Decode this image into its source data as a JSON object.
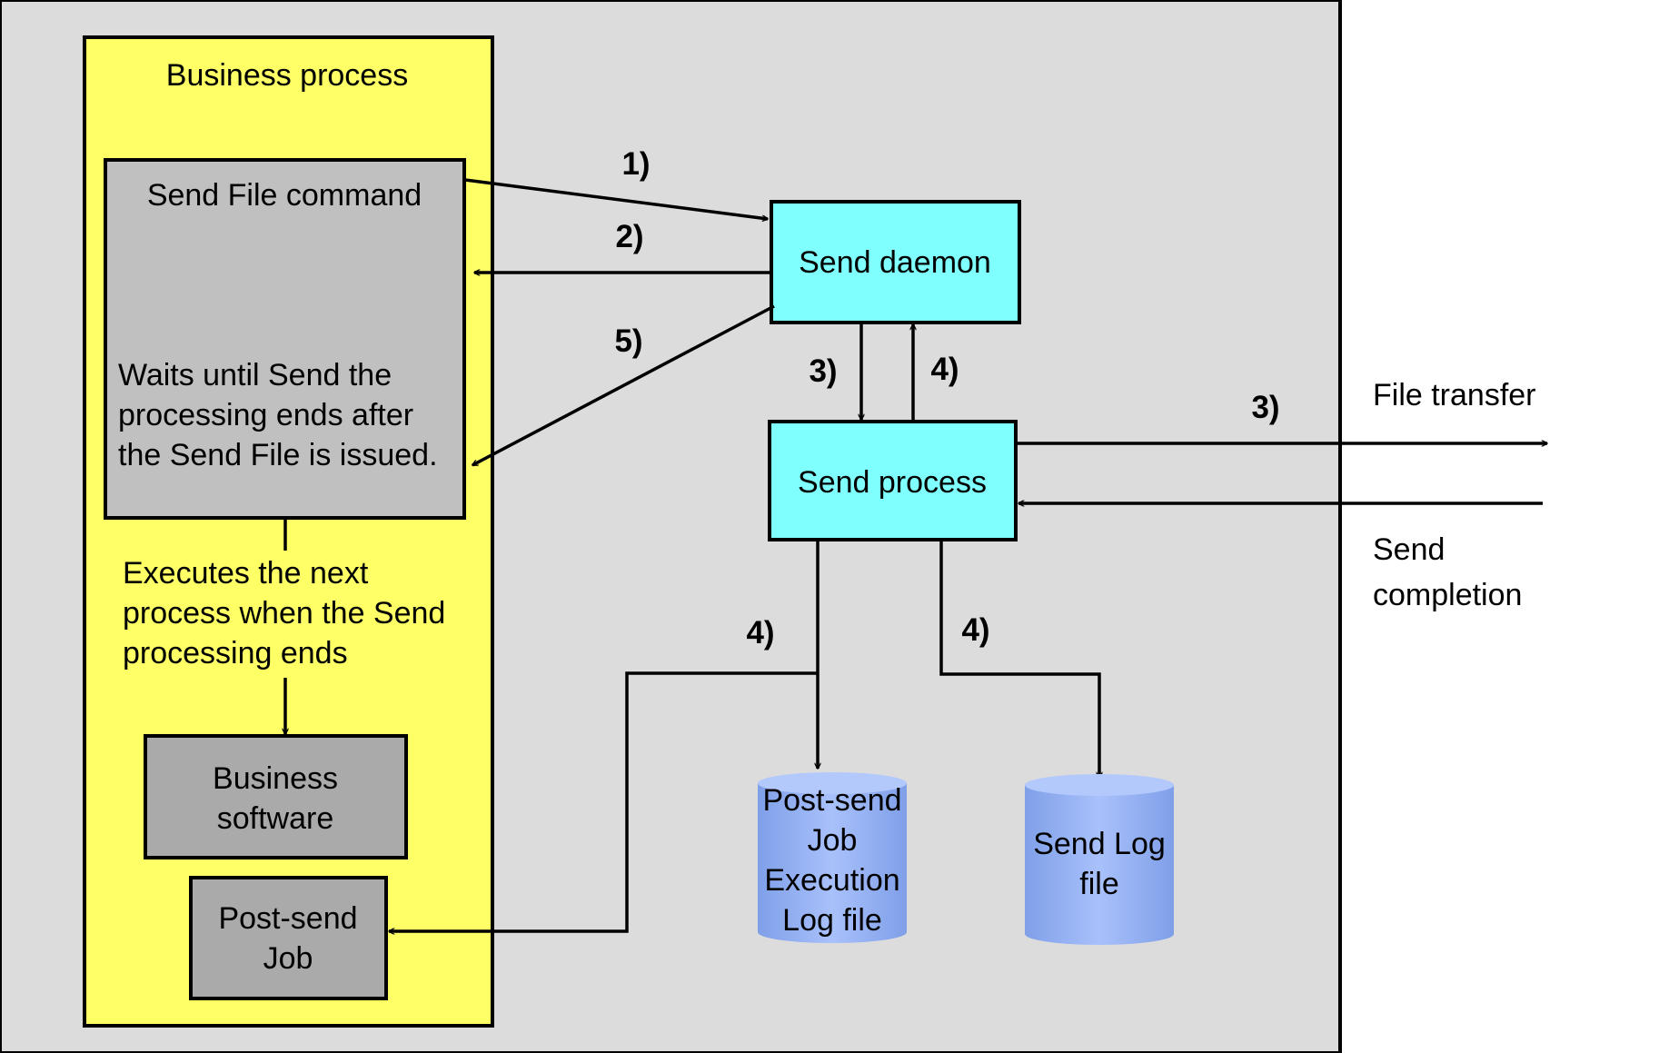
{
  "business_process": {
    "title": "Business process",
    "send_file_command": "Send File command",
    "wait_note": [
      "Waits until Send the",
      "processing ends after",
      "the Send File is issued."
    ],
    "next_note": [
      "Executes the next",
      "process when the Send",
      "processing ends"
    ],
    "business_software": [
      "Business",
      "software"
    ],
    "post_send_job": [
      "Post-send",
      "Job"
    ]
  },
  "send_daemon": "Send daemon",
  "send_process": "Send process",
  "file_transfer": "File transfer",
  "send_completion": [
    "Send",
    "completion"
  ],
  "post_send_log": [
    "Post-send",
    "Job",
    "Execution",
    "Log file"
  ],
  "send_log": [
    "Send Log",
    "file"
  ],
  "steps": {
    "s1": "1)",
    "s2": "2)",
    "s5": "5)",
    "s3_daemon": "3)",
    "s4_daemon": "4)",
    "s3_transfer": "3)",
    "s4_exec_log": "4)",
    "s4_send_log": "4)"
  },
  "colors": {
    "outer_bg": "#dcdcdc",
    "business_bg": "#ffff66",
    "command_bg": "#c0c0c0",
    "job_bg": "#aaaaaa",
    "process_bg": "#80ffff",
    "log_bg": "#8fb0f5"
  }
}
